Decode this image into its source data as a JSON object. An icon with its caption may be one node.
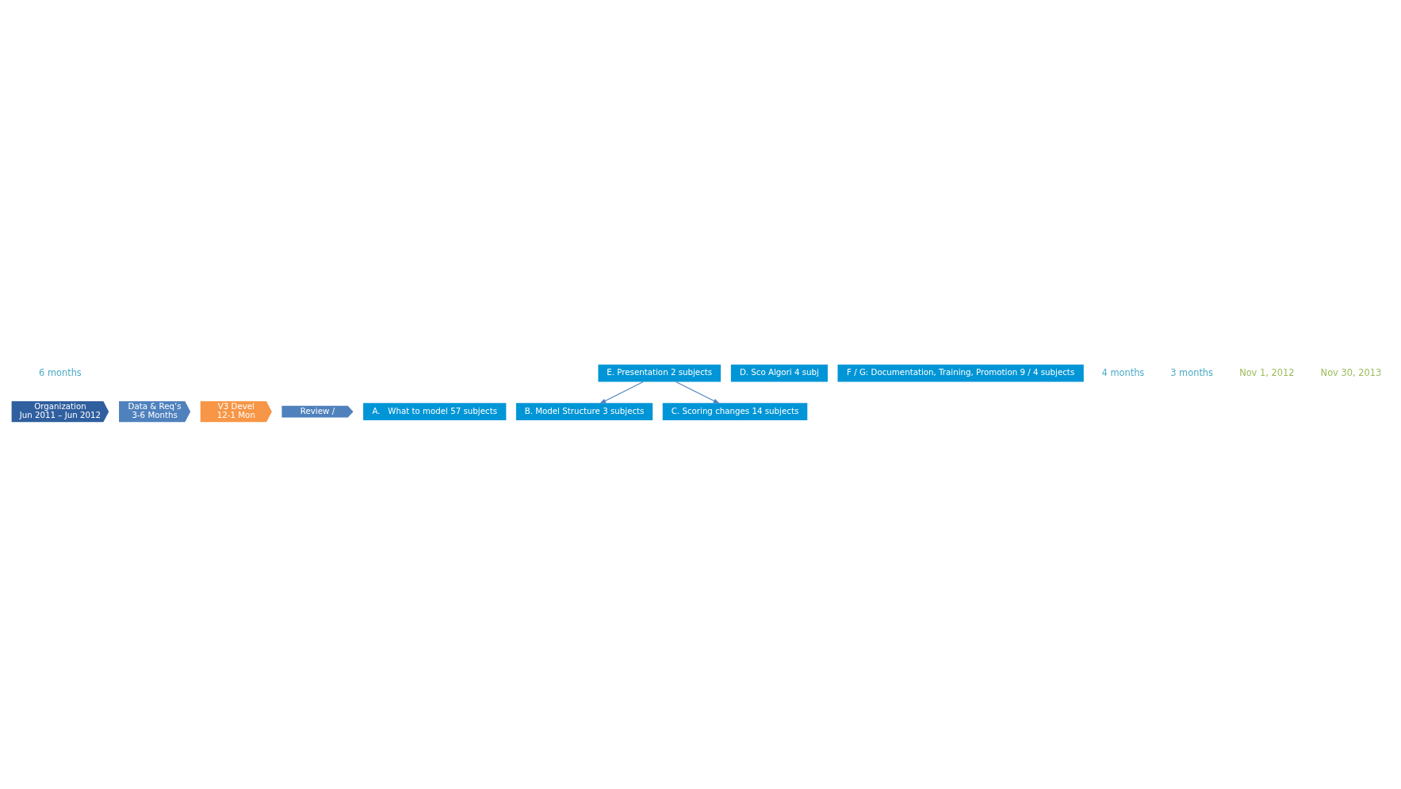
{
  "diagram": {
    "nodes": [
      {
        "text": [
          "Organization",
          "Jun 2011 – Jun 2012"
        ]
      },
      {
        "text": [
          "Data & Req’s",
          "3-6 Months"
        ]
      },
      {
        "text": [
          "V3 Devel",
          "12-1 Mon"
        ]
      },
      {
        "text": [
          "Review /"
        ]
      },
      {
        "text": [
          "A.   What to model 57 subjects"
        ]
      },
      {
        "text": [
          "B. Model Structure 3 subjects"
        ]
      },
      {
        "text": [
          "C. Scoring changes 14 subjects"
        ]
      },
      {
        "text": [
          "D. Sco Algori 4 subj"
        ]
      },
      {
        "text": [
          "E. Presentation 2 subjects"
        ]
      },
      {
        "text": [
          "F / G: Documentation, Training, Promotion 9 / 4 subjects"
        ]
      }
    ],
    "edges": [
      {
        "from": 8,
        "to": 5,
        "arrow": "to"
      },
      {
        "from": 8,
        "to": 6,
        "arrow": "to"
      }
    ],
    "labels": [
      "6 months",
      "4 months",
      "3 months",
      "Nov 1, 2012",
      "Nov 30, 2013"
    ]
  }
}
